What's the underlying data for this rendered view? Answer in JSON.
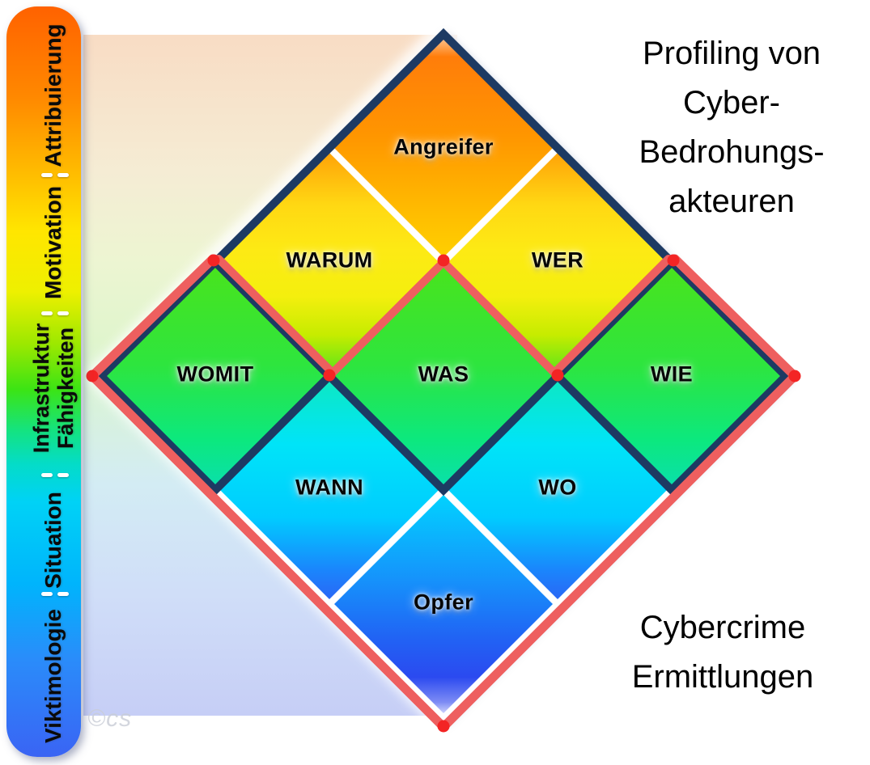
{
  "colors": {
    "navy": "#1d3a63",
    "red": "#ee5f5f",
    "red_dot": "#f32424",
    "seam_white": "#ffffff"
  },
  "legend_bar": {
    "sections": [
      {
        "label": "Attribuierung",
        "label2": ""
      },
      {
        "label": "Motivation",
        "label2": ""
      },
      {
        "label": "Infrastruktur",
        "label2": "Fähigkeiten"
      },
      {
        "label": "Situation",
        "label2": ""
      },
      {
        "label": "Viktimologie",
        "label2": ""
      }
    ]
  },
  "cells": [
    {
      "id": "angreifer",
      "label": "Angreifer"
    },
    {
      "id": "warum",
      "label": "WARUM"
    },
    {
      "id": "wer",
      "label": "WER"
    },
    {
      "id": "womit",
      "label": "WOMIT"
    },
    {
      "id": "was",
      "label": "WAS"
    },
    {
      "id": "wie",
      "label": "WIE"
    },
    {
      "id": "wann",
      "label": "WANN"
    },
    {
      "id": "wo",
      "label": "WO"
    },
    {
      "id": "opfer",
      "label": "Opfer"
    }
  ],
  "titles": {
    "top_lines": [
      "Profiling von",
      "Cyber-",
      "Bedrohungs-",
      "akteuren"
    ],
    "bottom_lines": [
      "Cybercrime",
      "Ermittlungen"
    ]
  },
  "watermark": "©cs"
}
